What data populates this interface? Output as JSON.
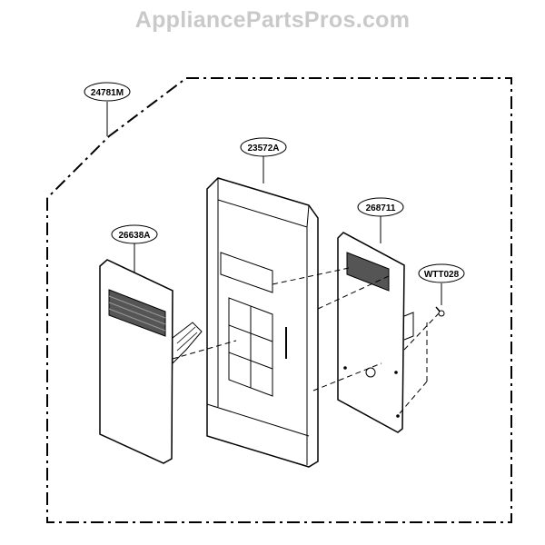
{
  "watermark": "AppliancePartsPros.com",
  "callouts": {
    "assembly": "24781M",
    "front_panel": "23572A",
    "keypad": "26638A",
    "pcb": "268711",
    "screw": "WTT028"
  }
}
